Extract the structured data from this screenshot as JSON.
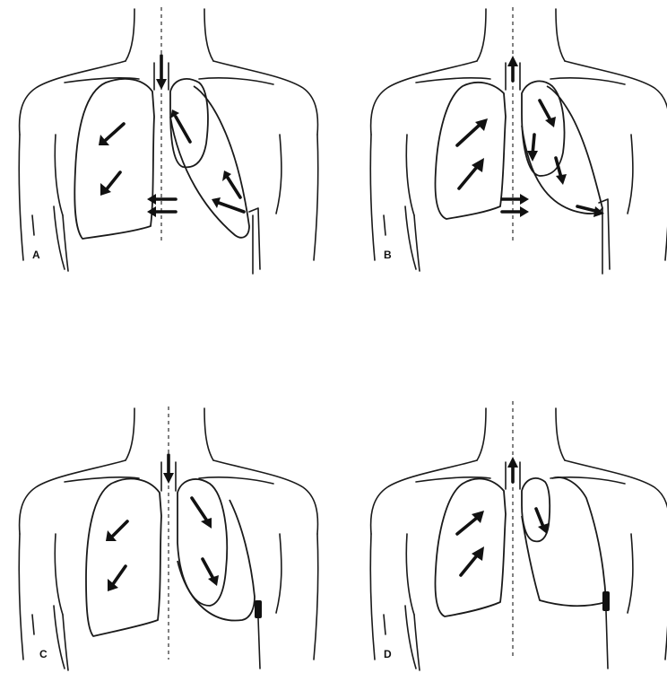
{
  "panels": [
    {
      "id": "A",
      "label": "A"
    },
    {
      "id": "B",
      "label": "B"
    },
    {
      "id": "C",
      "label": "C"
    },
    {
      "id": "D",
      "label": "D"
    }
  ],
  "colors": {
    "ink": "#111111",
    "background": "#ffffff"
  }
}
